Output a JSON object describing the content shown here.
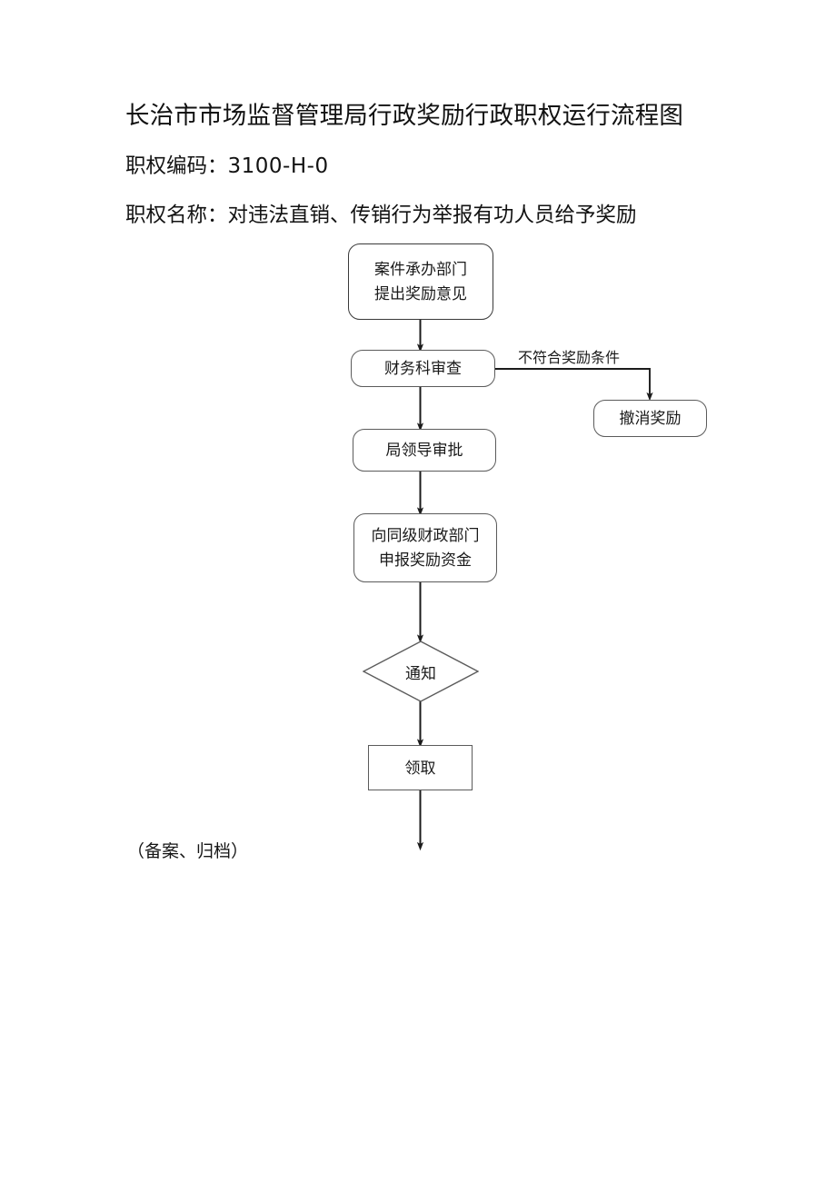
{
  "document": {
    "title": "长治市市场监督管理局行政奖励行政职权运行流程图",
    "code_label": "职权编码：",
    "code_value": "3100-H-0",
    "name_label": "职权名称：",
    "name_value": "对违法直销、传销行为举报有功人员给予奖励",
    "footer_note": "（备案、归档）"
  },
  "flowchart": {
    "nodes": [
      {
        "id": "case-department",
        "shape": "rounded-rect",
        "lines": [
          "案件承办部门",
          "提出奖励意见"
        ]
      },
      {
        "id": "finance-review",
        "shape": "rounded-rect",
        "lines": [
          "财务科审查"
        ]
      },
      {
        "id": "cancel-award",
        "shape": "rounded-rect",
        "lines": [
          "撤消奖励"
        ]
      },
      {
        "id": "leader-approval",
        "shape": "rounded-rect",
        "lines": [
          "局领导审批"
        ]
      },
      {
        "id": "apply-funds",
        "shape": "rounded-rect",
        "lines": [
          "向同级财政部门",
          "申报奖励资金"
        ]
      },
      {
        "id": "notify",
        "shape": "diamond",
        "lines": [
          "通知"
        ]
      },
      {
        "id": "receive",
        "shape": "rect",
        "lines": [
          "领取"
        ]
      }
    ],
    "edges": [
      {
        "id": "edge-case-to-finance",
        "label": ""
      },
      {
        "id": "edge-finance-to-cancel",
        "label": "不符合奖励条件"
      },
      {
        "id": "edge-finance-to-leader",
        "label": ""
      },
      {
        "id": "edge-leader-to-apply",
        "label": ""
      },
      {
        "id": "edge-apply-to-notify",
        "label": ""
      },
      {
        "id": "edge-notify-to-receive",
        "label": ""
      },
      {
        "id": "edge-receive-to-archive",
        "label": ""
      }
    ]
  },
  "colors": {
    "page_background": "#ffffff",
    "text": "#111111",
    "node_border": "#5b5b5b",
    "node_border_strong": "#3a3a3a",
    "connector": "#1b1b1b"
  }
}
